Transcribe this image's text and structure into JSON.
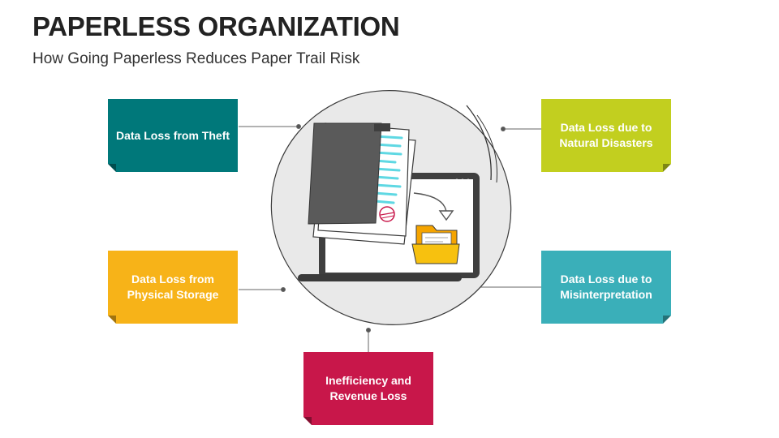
{
  "header": {
    "title": "PAPERLESS ORGANIZATION",
    "subtitle": "How Going Paperless Reduces Paper Trail Risk"
  },
  "colors": {
    "teal": "#00787a",
    "olive": "#c2cf1f",
    "orange": "#f7b318",
    "cyan": "#3aafb9",
    "crimson": "#c8174a"
  },
  "boxes": {
    "theft": {
      "label": "Data Loss from Theft"
    },
    "natural": {
      "label": "Data Loss due to Natural Disasters"
    },
    "storage": {
      "label": "Data Loss from Physical Storage"
    },
    "misinterp": {
      "label": "Data Loss due to Misinterpretation"
    },
    "revenue": {
      "label": "Inefficiency and Revenue Loss"
    }
  },
  "illustration": {
    "icons": [
      "document-folder-icon",
      "paper-document-icon",
      "laptop-icon",
      "folder-icon",
      "stamp-icon"
    ]
  }
}
